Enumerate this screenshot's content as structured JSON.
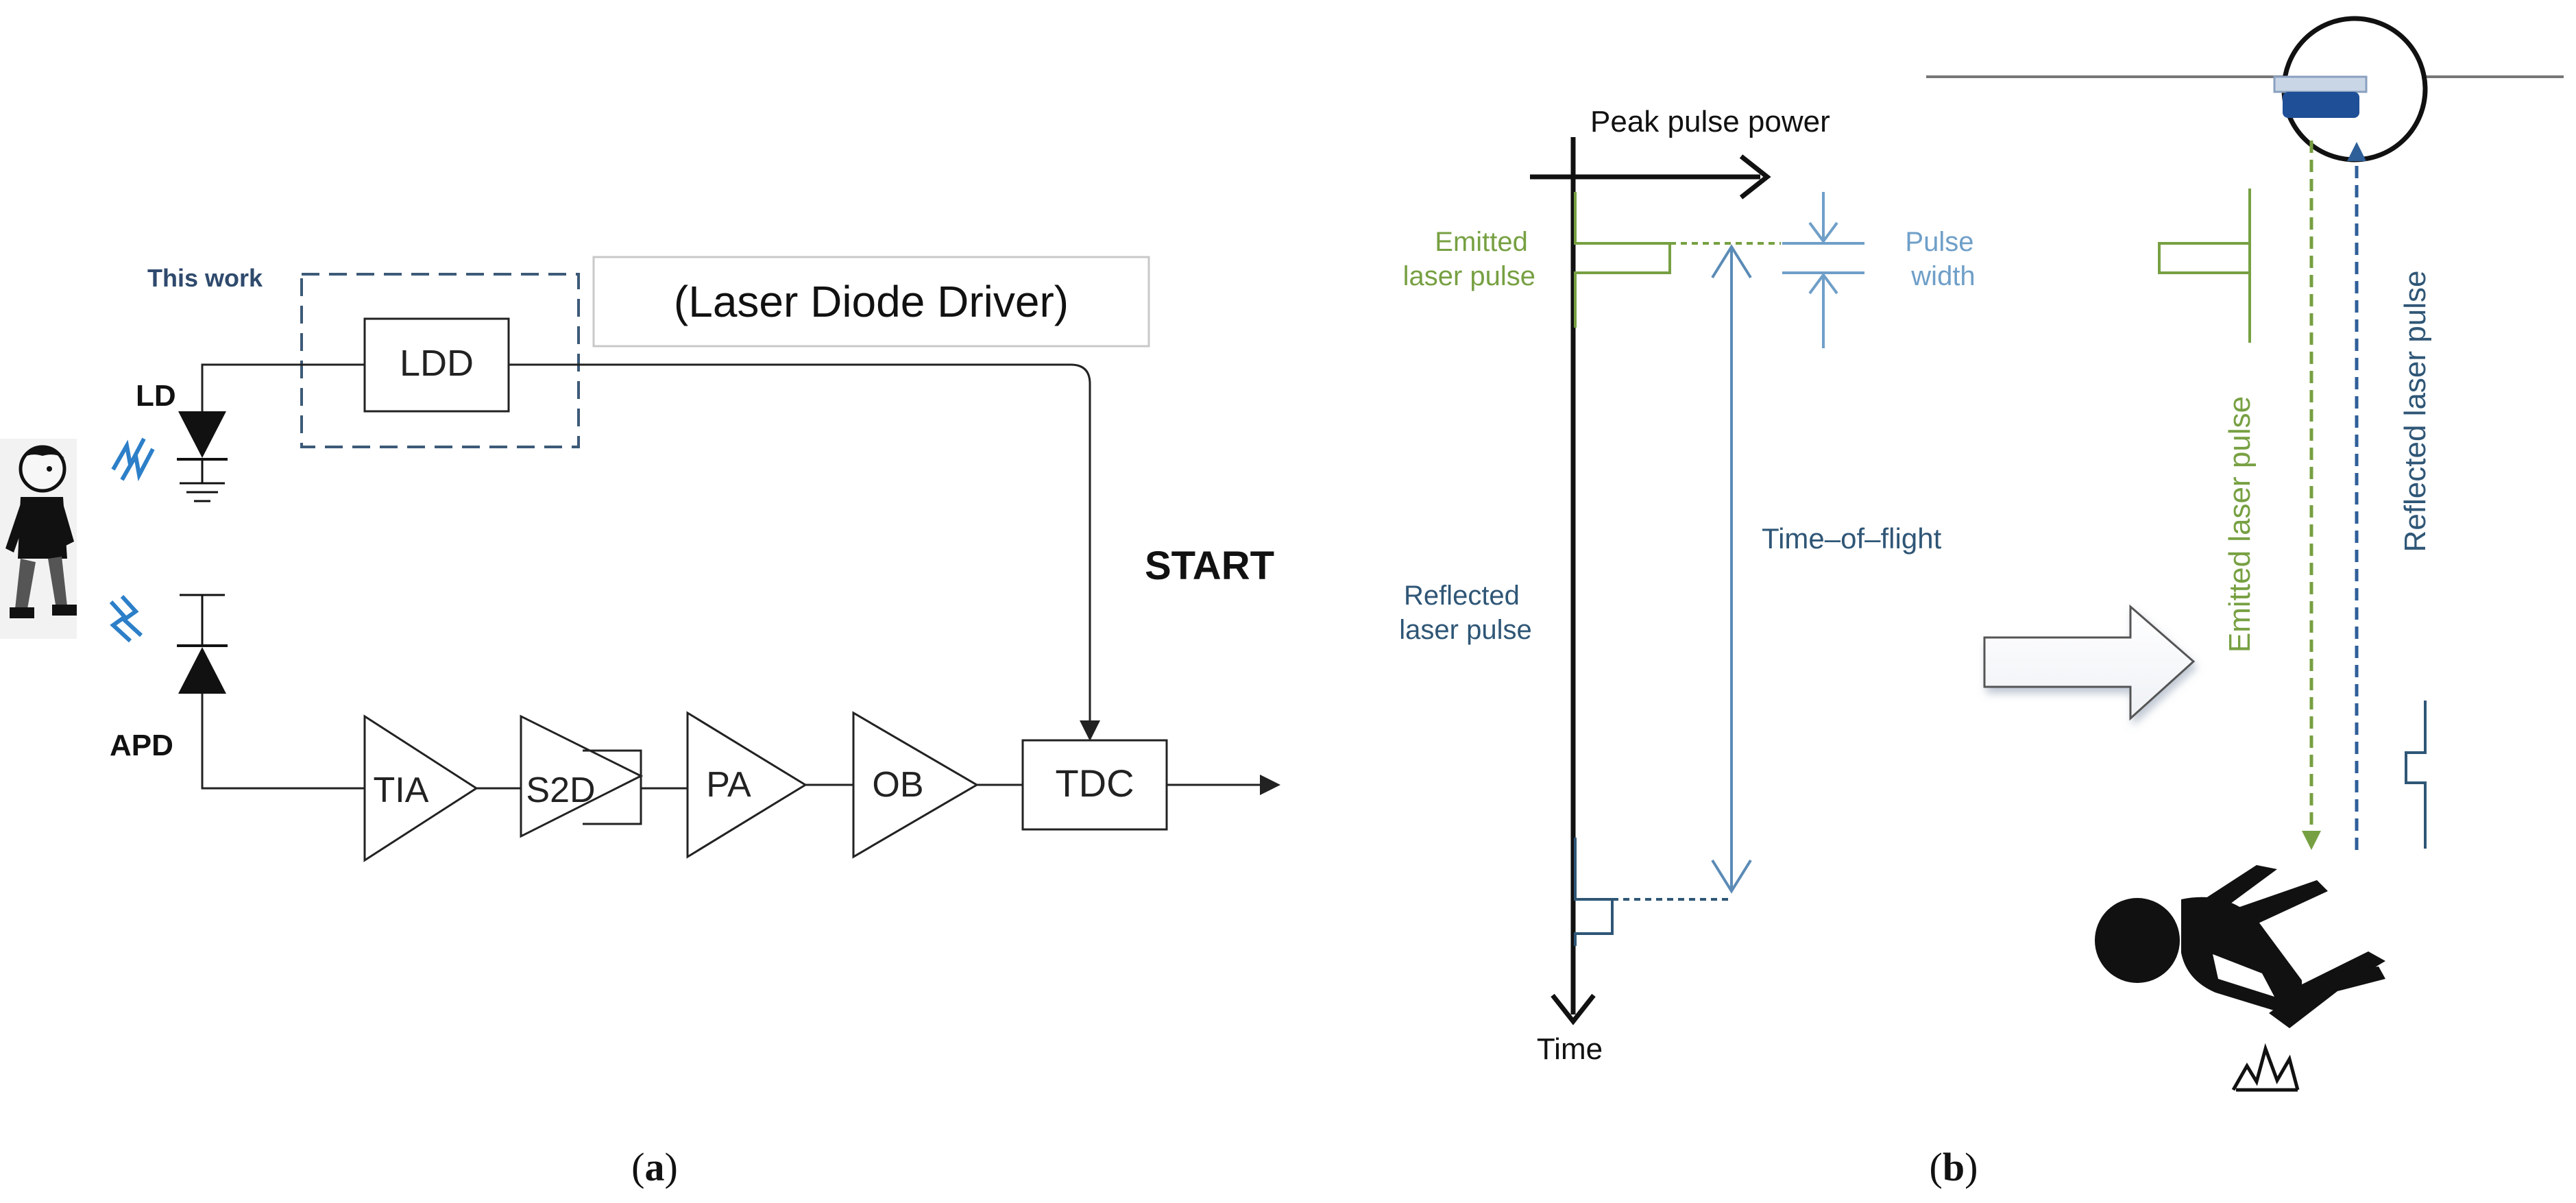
{
  "panel_a": {
    "caption_open": "(",
    "caption_letter": "a",
    "caption_close": ")",
    "this_work_label": "This work",
    "ldd_block": "LDD",
    "ldd_note": "(Laser Diode Driver)",
    "ld_label": "LD",
    "apd_label": "APD",
    "start_label": "START",
    "blocks": [
      "TIA",
      "S2D",
      "PA",
      "OB",
      "TDC"
    ]
  },
  "panel_b": {
    "caption_open": "(",
    "caption_letter": "b",
    "caption_close": ")",
    "peak_pulse_power": "Peak pulse power",
    "emitted_line1": "Emitted",
    "emitted_line2": "laser pulse",
    "pulse_line1": "Pulse",
    "pulse_line2": "width",
    "time_of_flight": "Time–of–flight",
    "reflected_line1": "Reflected",
    "reflected_line2": "laser pulse",
    "time_label": "Time",
    "vertical_emitted": "Emitted laser pulse",
    "vertical_reflected": "Reflected laser pulse"
  },
  "colors": {
    "green": "#77a042",
    "blue_dark": "#2f5676",
    "blue_light": "#6f9fc8",
    "tof_arrow": "#5b8bb6",
    "dashed_box": "#3d5a78",
    "sensor_blue": "#1f4f97"
  }
}
